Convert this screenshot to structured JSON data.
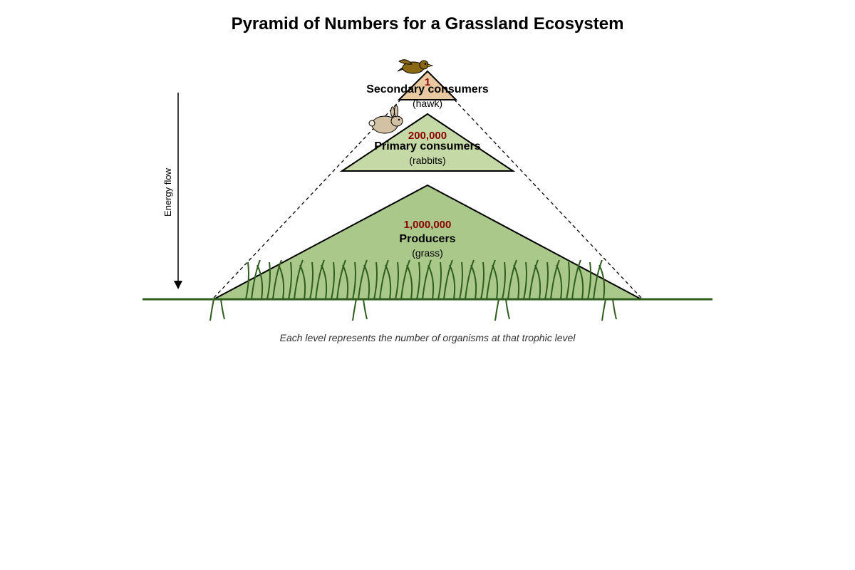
{
  "title": "Pyramid of Numbers for a Grassland Ecosystem",
  "energy_flow_label": "Energy flow",
  "levels": [
    {
      "count": "1",
      "name": "Secondary consumers",
      "organism": "(hawk)",
      "fill": "#e8c9a0",
      "icon": "hawk-icon"
    },
    {
      "count": "200,000",
      "name": "Primary consumers",
      "organism": "(rabbits)",
      "fill": "#c5d9a6",
      "icon": "rabbit-icon"
    },
    {
      "count": "1,000,000",
      "name": "Producers",
      "organism": "(grass)",
      "fill": "#a9c88a",
      "icon": "grass-icon"
    }
  ],
  "caption": "Each level represents the number of organisms at that trophic level",
  "colors": {
    "count_text": "#8b0000",
    "ground": "#2e5e1e",
    "grass_blade": "#2e5e1e"
  }
}
